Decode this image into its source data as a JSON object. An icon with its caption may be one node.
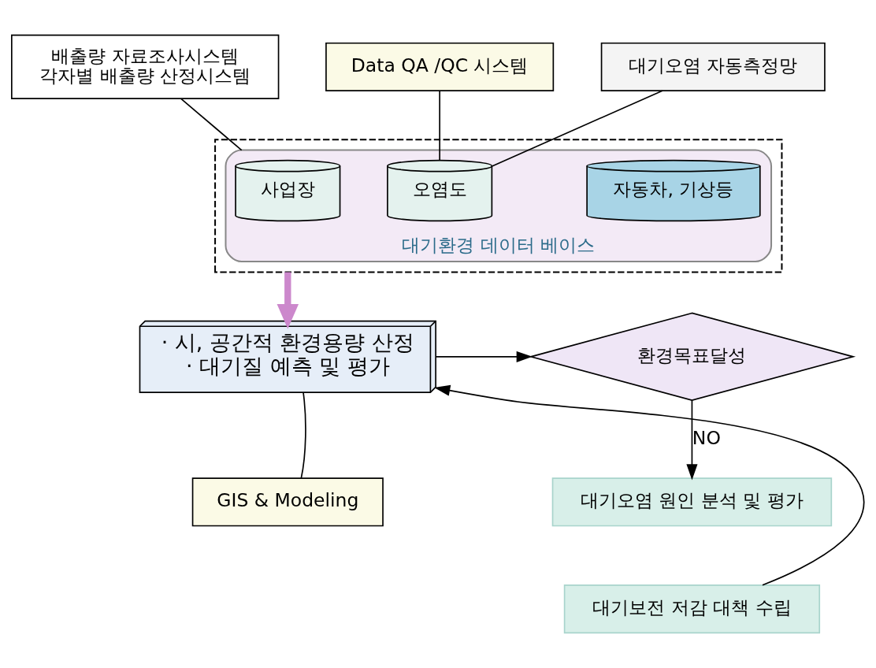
{
  "diagram": {
    "nodes": [
      {
        "text": [],
        "shape": "box"
      },
      {
        "text": [
          "대기환경 데이터 베이스"
        ],
        "in": 0
      },
      {
        "text": [
          "사업장"
        ],
        "in": 1
      },
      {
        "text": [
          "자동차, 기상등"
        ],
        "in": 1
      },
      {
        "text": [
          "오염도"
        ],
        "in": 1
      },
      {
        "text": [
          "대기오염 자동측정망"
        ]
      },
      {
        "text": [
          "배출량 자료조사시스템",
          "각자별 배출량 산정시스템"
        ]
      },
      {
        "text": [
          "Data QA /QC 시스템"
        ]
      },
      {
        "text": [
          "· 시, 공간적 환경용량 산정",
          "· 대기질 예측 및 평가"
        ]
      },
      {
        "text": [
          "GIS & Modeling"
        ]
      },
      {
        "text": [
          "환경목표달성"
        ]
      },
      {
        "text": [
          "대기오염 원인 분석 및 평가"
        ]
      },
      {
        "text": [
          "대기보전 저감 대책 수립"
        ]
      }
    ],
    "edges": [
      {
        "from": 5,
        "to": 4,
        "arrow": "none"
      },
      {
        "from": 6,
        "to": 1,
        "arrow": "none"
      },
      {
        "from": 7,
        "to": 4,
        "arrow": "none"
      },
      {
        "from": 0,
        "to": 8,
        "arrow": "to",
        "style": "thick",
        "color": "#cc88cc"
      },
      {
        "from": 9,
        "to": 8,
        "arrow": "none"
      },
      {
        "from": 8,
        "to": 10,
        "arrow": "to"
      },
      {
        "from": 10,
        "to": 11,
        "arrow": "to",
        "label": "NO"
      },
      {
        "from": 12,
        "to": 8,
        "arrow": "to"
      }
    ]
  }
}
